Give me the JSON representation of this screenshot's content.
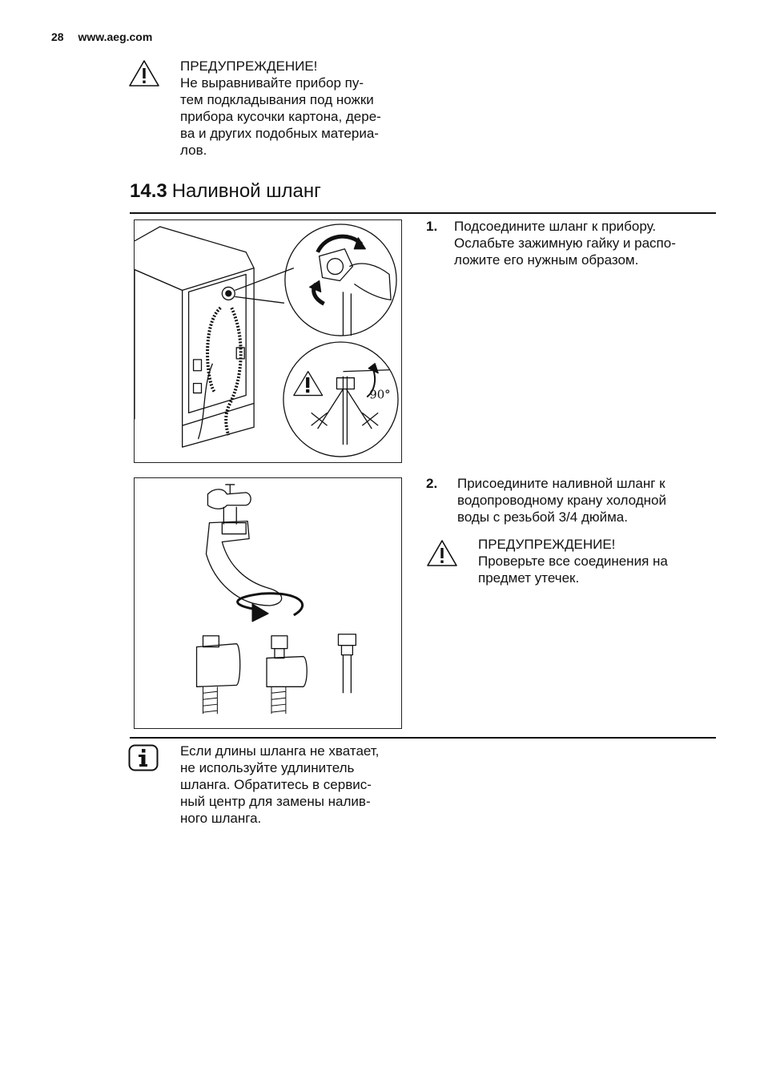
{
  "header": {
    "page_number": "28",
    "site": "www.aeg.com"
  },
  "warning1": {
    "title": "ПРЕДУПРЕЖДЕНИЕ!",
    "lines": [
      "Не выравнивайте прибор пу-",
      "тем подкладывания под ножки",
      "прибора кусочки картона, дере-",
      "ва и других подобных материа-",
      "лов."
    ]
  },
  "section": {
    "number": "14.3",
    "title": "Наливной шланг"
  },
  "figure1": {
    "angle_label": "90°"
  },
  "step1": {
    "number": "1.",
    "lines": [
      "Подсоедините шланг к прибору.",
      "Ослабьте зажимную гайку и распо-",
      "ложите его нужным образом."
    ]
  },
  "step2": {
    "number": "2.",
    "lines": [
      "Присоедините наливной шланг к",
      "водопроводному крану холодной",
      "воды с резьбой 3/4 дюйма."
    ]
  },
  "warning2": {
    "title": "ПРЕДУПРЕЖДЕНИЕ!",
    "lines": [
      "Проверьте все соединения на",
      "предмет утечек."
    ]
  },
  "info": {
    "lines": [
      "Если длины шланга не хватает,",
      "не используйте удлинитель",
      "шланга. Обратитесь в сервис-",
      "ный центр для замены налив-",
      "ного шланга."
    ]
  },
  "icons": {
    "warning": "warning-triangle-icon",
    "info": "info-icon"
  }
}
